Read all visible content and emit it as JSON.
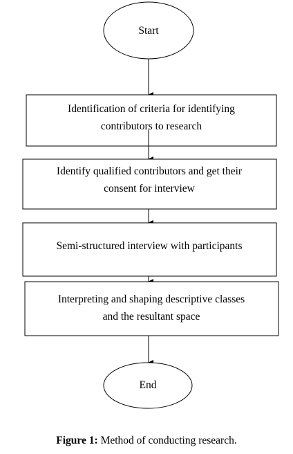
{
  "diagram": {
    "start": {
      "label": "Start"
    },
    "steps": [
      {
        "lines": [
          "Identification of criteria for identifying",
          "contributors to research"
        ]
      },
      {
        "lines": [
          "Identify qualified contributors and get their",
          "consent for interview"
        ]
      },
      {
        "lines": [
          "Semi-structured interview with participants"
        ]
      },
      {
        "lines": [
          "Interpreting and shaping descriptive classes",
          "and the resultant space"
        ]
      }
    ],
    "end": {
      "label": "End"
    }
  },
  "caption": {
    "label": "Figure 1:",
    "text": " Method of conducting research."
  }
}
